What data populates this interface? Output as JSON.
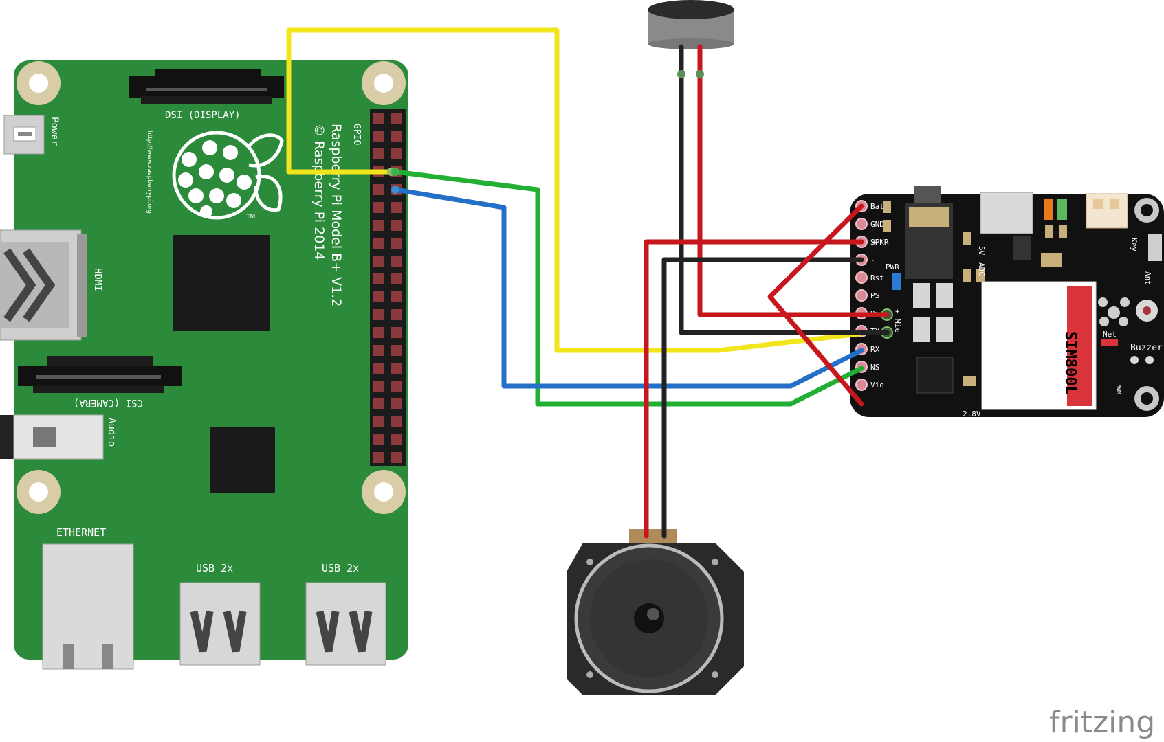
{
  "rpi": {
    "dsi": "DSI (DISPLAY)",
    "csi": "CSI (CAMERA)",
    "power": "Power",
    "hdmi": "HDMI",
    "audio": "Audio",
    "ethernet": "ETHERNET",
    "usb1": "USB 2x",
    "usb2": "USB 2x",
    "gpio": "GPIO",
    "model": "Raspberry Pi Model B+ V1.2",
    "copyright": "© Raspberry Pi 2014",
    "url": "http://www.raspberrypi.org",
    "tm": "TM"
  },
  "sim": {
    "chip": "SIM800L",
    "pins_left": [
      "Bat",
      "GND",
      "SPKR",
      "-",
      "Rst",
      "PS",
      "Ry",
      "TX",
      "RX",
      "NS",
      "Vio"
    ],
    "pins_mic": [
      "+",
      "Mic",
      "-"
    ],
    "spkr_plus": "+",
    "pwr": "PWR",
    "v5": "5V",
    "adc": "ADC",
    "key": "Key",
    "ant": "Ant",
    "net": "Net",
    "buzzer": "Buzzer",
    "pwm": "PWM",
    "v28": "2.8V"
  },
  "wires": {
    "yellow": "#f2e51c",
    "green": "#21b033",
    "blue": "#2470c8",
    "red": "#c8161d",
    "black": "#222222"
  },
  "footer": {
    "fritzing": "fritzing"
  }
}
